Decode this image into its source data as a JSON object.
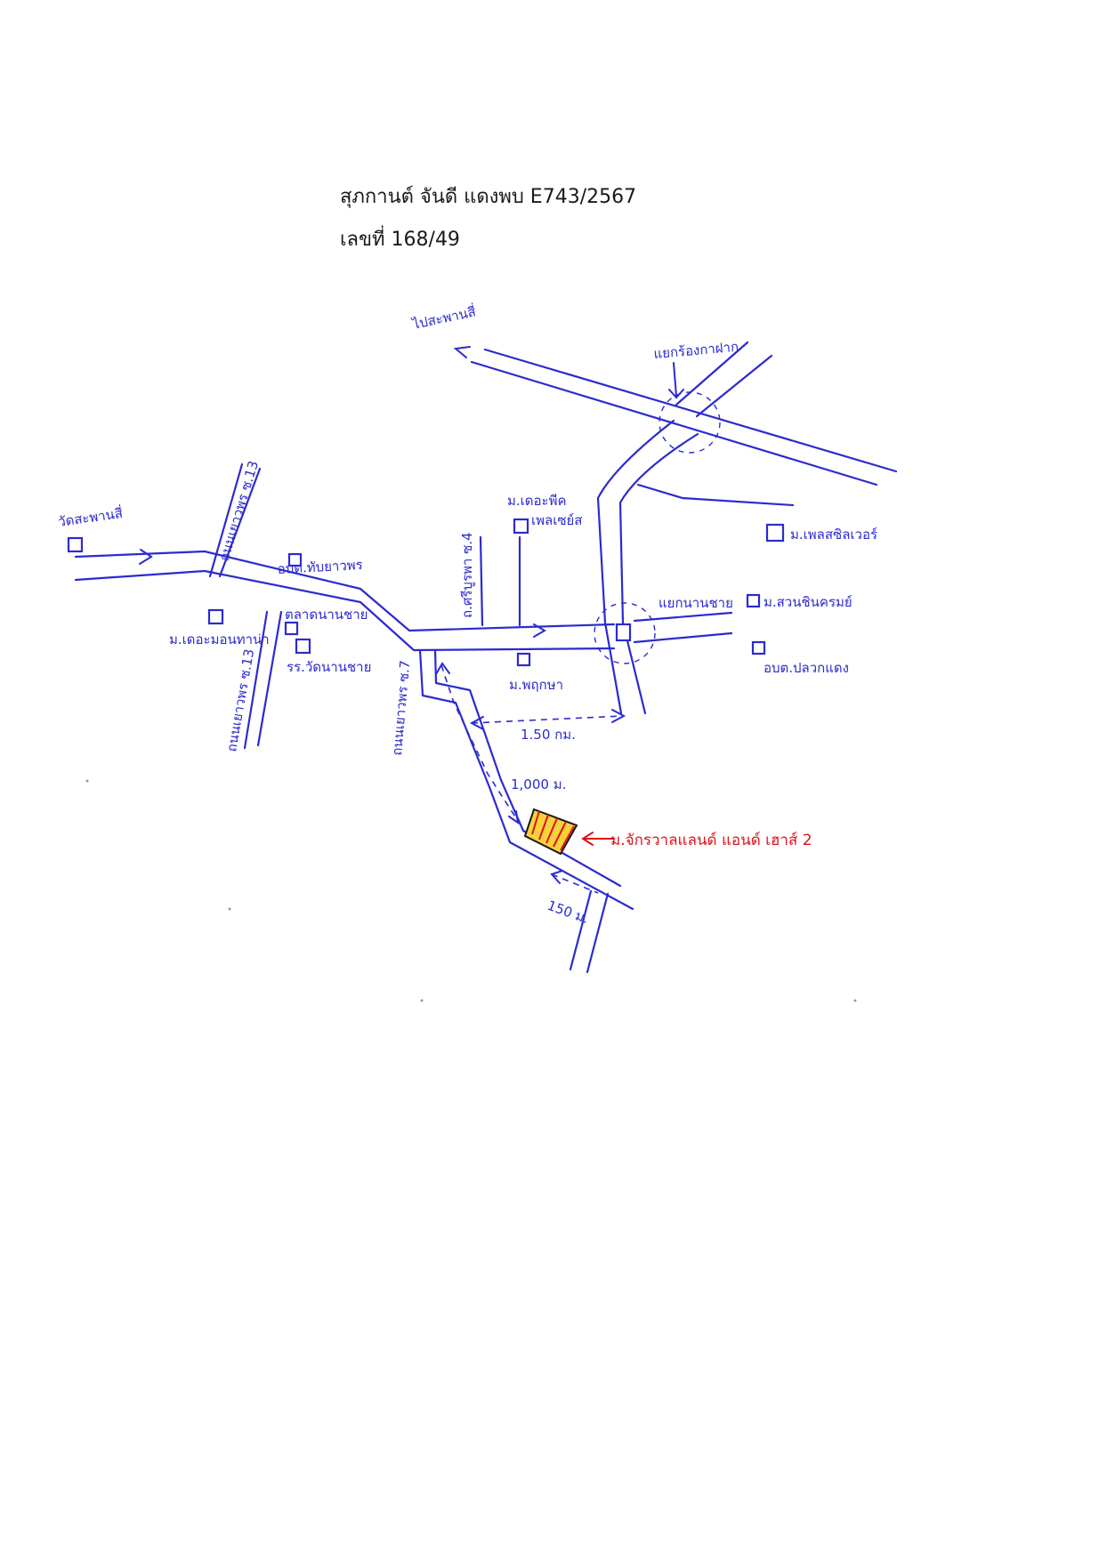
{
  "header": {
    "line1": "สุภกานต์ จันดี แดงพบ E743/2567",
    "line2": "เลขที่ 168/49"
  },
  "labels": {
    "to_city": "ไปสะพานสี่",
    "intersection_top": "แยกร้องกาฝาก",
    "wat": "วัดสะพานสี่",
    "road_left_top": "ถนนเยาวพร ซ.13",
    "road_left_bottom": "ถนนเยาวพร ซ.13",
    "obt_top": "อบต.ทับยาวพร",
    "talad": "ตลาดนานชาย",
    "moo_left": "ม.เดอะมอนทาน่า",
    "school": "รร.วัดนานชาย",
    "road_mid": "ถ.ศรีบูรพา ซ.4",
    "moo_top_mid_1": "ม.เดอะพีค",
    "moo_top_mid_2": "เพลเซย์ส",
    "moo_right_top": "ม.เพลสซิลเวอร์",
    "junction_right": "แยกนานชาย",
    "moo_right_mid": "ม.สวนชินครมย์",
    "obt_right": "อบต.ปลวกแดง",
    "moo_center": "ม.พฤกษา",
    "road_down": "ถนนเยาวพร ซ.7",
    "dist_horizontal": "1.50 กม.",
    "dist_down": "1,000 ม.",
    "dist_plot": "150 ม.",
    "target": "ม.จักรวาลแลนด์ แอนด์ เฮาส์ 2"
  },
  "icons": {
    "landmark": "landmark-square-icon",
    "target_plot": "hatched-plot-icon"
  },
  "colors": {
    "ink_blue": "#2b2bd0",
    "ink_red": "#e0101a",
    "plot_fill": "#f7d23a"
  }
}
